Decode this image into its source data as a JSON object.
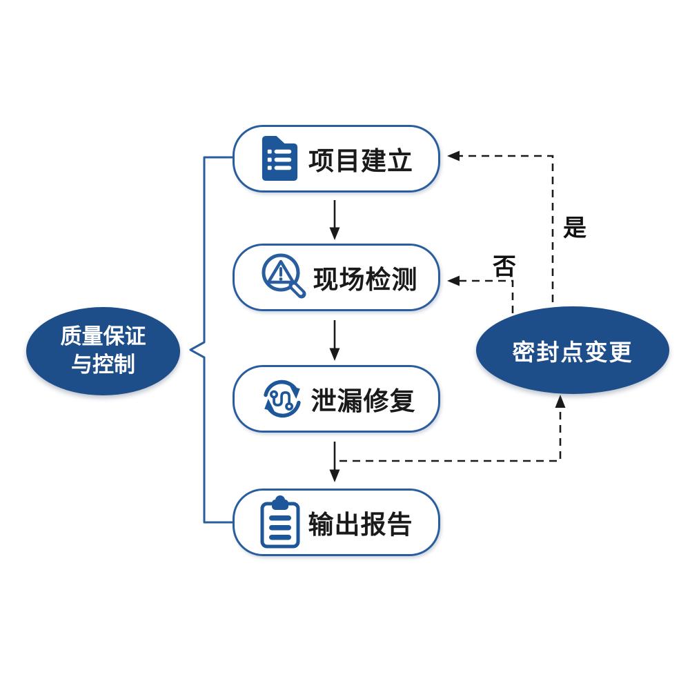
{
  "diagram": {
    "left_ellipse": {
      "line1": "质量保证",
      "line2": "与控制"
    },
    "right_ellipse": {
      "label": "密封点变更"
    },
    "steps": [
      {
        "label": "项目建立",
        "icon": "form-list-icon"
      },
      {
        "label": "现场检测",
        "icon": "search-warning-icon"
      },
      {
        "label": "泄漏修复",
        "icon": "repair-cycle-icon"
      },
      {
        "label": "输出报告",
        "icon": "clipboard-report-icon"
      }
    ],
    "decision_labels": {
      "yes": "是",
      "no": "否"
    },
    "colors": {
      "node_border": "#2a5d9e",
      "ellipse_fill": "#1d4e89",
      "icon_fill": "#1e5799",
      "arrow": "#1a1a1a",
      "step_text": "#1a1a1a",
      "ellipse_text": "#ffffff",
      "background": "#ffffff"
    }
  }
}
